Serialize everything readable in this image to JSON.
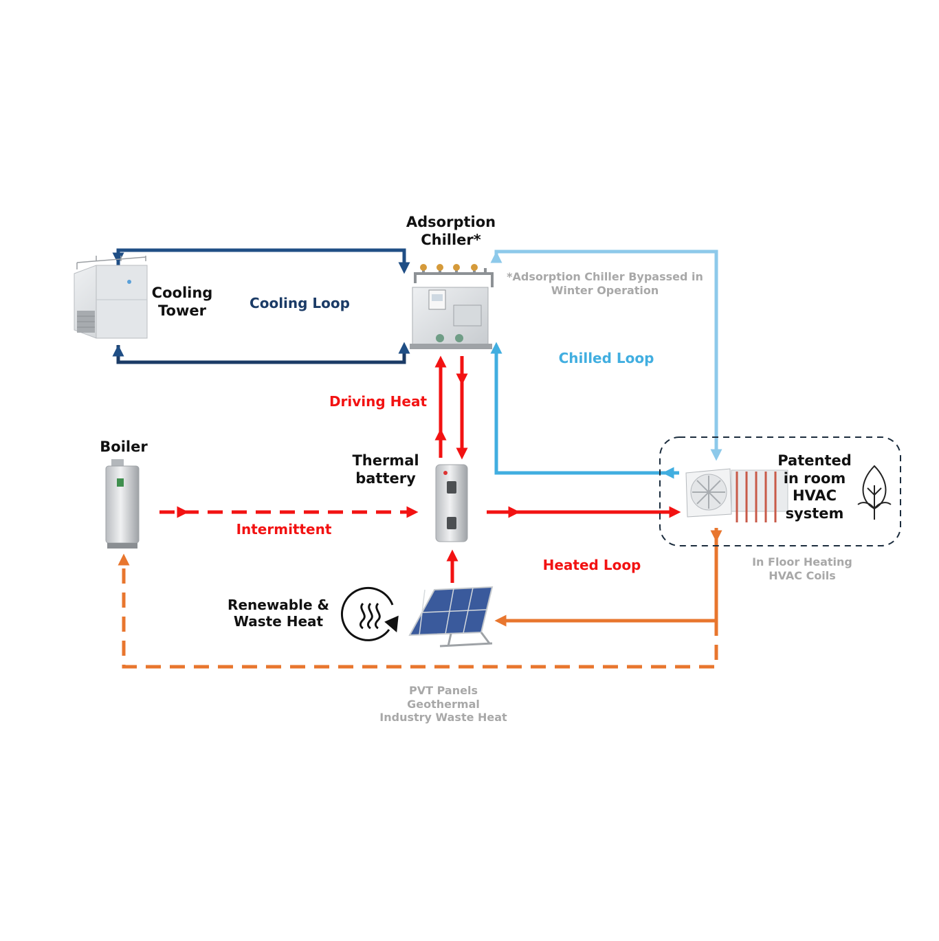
{
  "nodes": {
    "adsorption_chiller": [
      "Adsorption",
      "Chiller*"
    ],
    "cooling_tower": [
      "Cooling",
      "Tower"
    ],
    "boiler": "Boiler",
    "thermal_battery": [
      "Thermal",
      "battery"
    ],
    "hvac_system": [
      "Patented",
      "in room",
      "HVAC",
      "system"
    ],
    "renewable_waste_heat": [
      "Renewable &",
      "Waste Heat"
    ]
  },
  "loops": {
    "cooling": "Cooling Loop",
    "chilled": "Chilled Loop",
    "heated": "Heated Loop",
    "driving_heat": "Driving Heat",
    "intermittent": "Intermittent"
  },
  "notes": {
    "bypass": [
      "*Adsorption Chiller Bypassed in",
      "Winter Operation"
    ],
    "hvac_types": [
      "In Floor Heating",
      "HVAC Coils"
    ],
    "heat_sources": [
      "PVT Panels",
      "Geothermal",
      "Industry Waste Heat"
    ]
  },
  "colors": {
    "cooling_loop": "#1f4e85",
    "cooling_label": "#1b3b66",
    "chilled_loop": "#8dc9ea",
    "chilled_label": "#41aee0",
    "heated_loop": "#f21212",
    "return_loop": "#e8762e",
    "note_grey": "#a8a8a8"
  },
  "icons": [
    "cooling-tower-icon",
    "adsorption-chiller-icon",
    "boiler-icon",
    "water-heater-icon",
    "hvac-unit-icon",
    "leaf-icon",
    "heat-cycle-icon",
    "solar-panel-icon"
  ]
}
